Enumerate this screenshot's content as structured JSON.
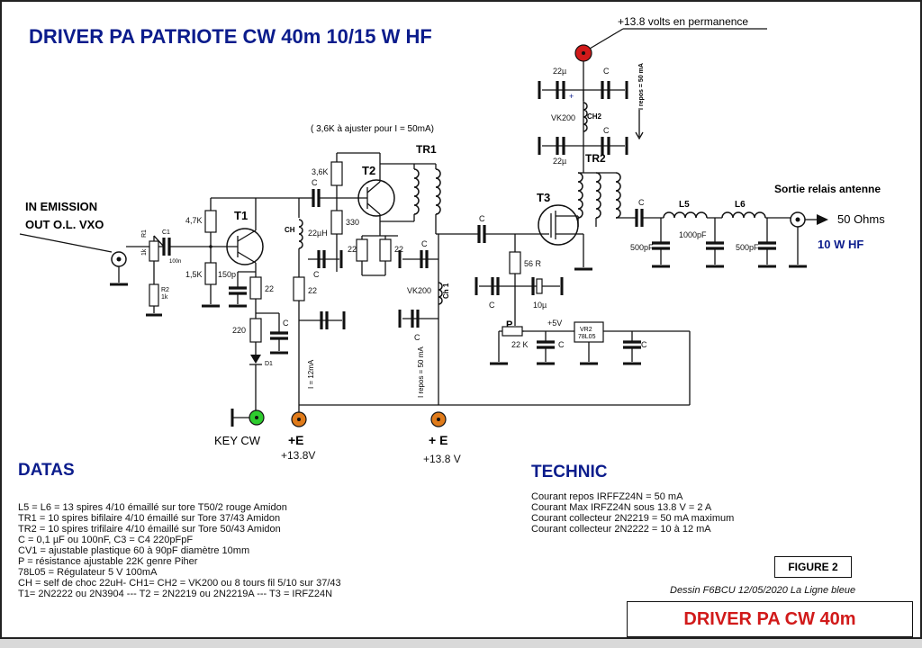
{
  "title": "DRIVER PA  PATRIOTE CW 40m 10/15 W HF",
  "supply_note": "+13.8 volts  en permanence",
  "adjust_note": "( 3,6K à ajuster pour I = 50mA)",
  "input": {
    "line1": "IN EMISSION",
    "line2": "OUT O.L.  VXO"
  },
  "output": {
    "title": "Sortie  relais antenne",
    "impedance": "50 Ohms",
    "power": "10 W HF"
  },
  "components": {
    "T1": "T1",
    "T2": "T2",
    "T3": "T3",
    "TR1": "TR1",
    "TR2": "TR2",
    "R1": "R1",
    "R1_val": "1k",
    "R2": "R2",
    "R2_val": "1k",
    "C1": "C1",
    "C1_val": "100n",
    "r4k7": "4,7K",
    "r1k5": "1,5K",
    "c150p": "150p",
    "r22a": "22",
    "r220": "220",
    "D1": "D1",
    "CH": "CH",
    "ch22uH": "22µH",
    "r22b": "22",
    "r3k6": "3,6K",
    "r330": "330",
    "r22c": "22",
    "r22d": "22",
    "vk200a": "VK200",
    "ch1": "Ch 1",
    "r56": "56 R",
    "c10u": "10µ",
    "P": "P",
    "p22k": "22 K",
    "v5": "+5V",
    "vr2": "VR2",
    "vr2_part": "78L05",
    "c22u_a": "22µ",
    "c22u_b": "22µ",
    "vk200b": "VK200",
    "ch2": "CH2",
    "irepos_ch2": "I repos = 50 mA",
    "L5": "L5",
    "L6": "L6",
    "c500a": "500pF",
    "c1000": "1000pF",
    "c500b": "500pF",
    "C": "C",
    "i12": "I = 12mA",
    "irepos50": "I repos = 50 mA"
  },
  "connectors": {
    "key": "KEY CW",
    "e1": "+E",
    "e1_v": "+13.8V",
    "e2": "+ E",
    "e2_v": "+13.8 V"
  },
  "colors": {
    "title": "#0b1c8c",
    "red_node": "#d11a1a",
    "green_node": "#2ecc2e",
    "orange_node": "#e07b1a",
    "footer_red": "#d11a1a"
  },
  "datas": {
    "heading": "DATAS",
    "lines": [
      "L5 = L6 = 13 spires 4/10 émaillé sur tore T50/2 rouge Amidon",
      "TR1 = 10 spires bifilaire 4/10 émaillé sur Tore 37/43 Amidon",
      "TR2 = 10 spires trifilaire 4/10 émaillé sur Tore 50/43 Amidon",
      "C = 0,1 µF ou 100nF, C3 = C4 220pFpF",
      "CV1 =  ajustable plastique 60 à  90pF diamètre 10mm",
      "P = résistance ajustable 22K genre Piher",
      "78L05 = Régulateur 5 V  100mA",
      "CH = self de choc 22uH-   CH1= CH2 = VK200  ou 8 tours fil  5/10 sur 37/43",
      "T1= 2N2222 ou 2N3904 --- T2 = 2N2219 ou 2N2219A --- T3 = IRFZ24N"
    ]
  },
  "technic": {
    "heading": "TECHNIC",
    "lines": [
      "Courant repos IRFFZ24N = 50 mA",
      "Courant  Max IRFZ24N sous 13.8 V = 2 A",
      "Courant collecteur 2N2219 = 50 mA maximum",
      "Courant collecteur 2N2222 = 10 à 12 mA"
    ]
  },
  "figure_label": "FIGURE 2",
  "credit": "Dessin  F6BCU 12/05/2020  La Ligne bleue",
  "footer_title": "DRIVER PA  CW 40m"
}
